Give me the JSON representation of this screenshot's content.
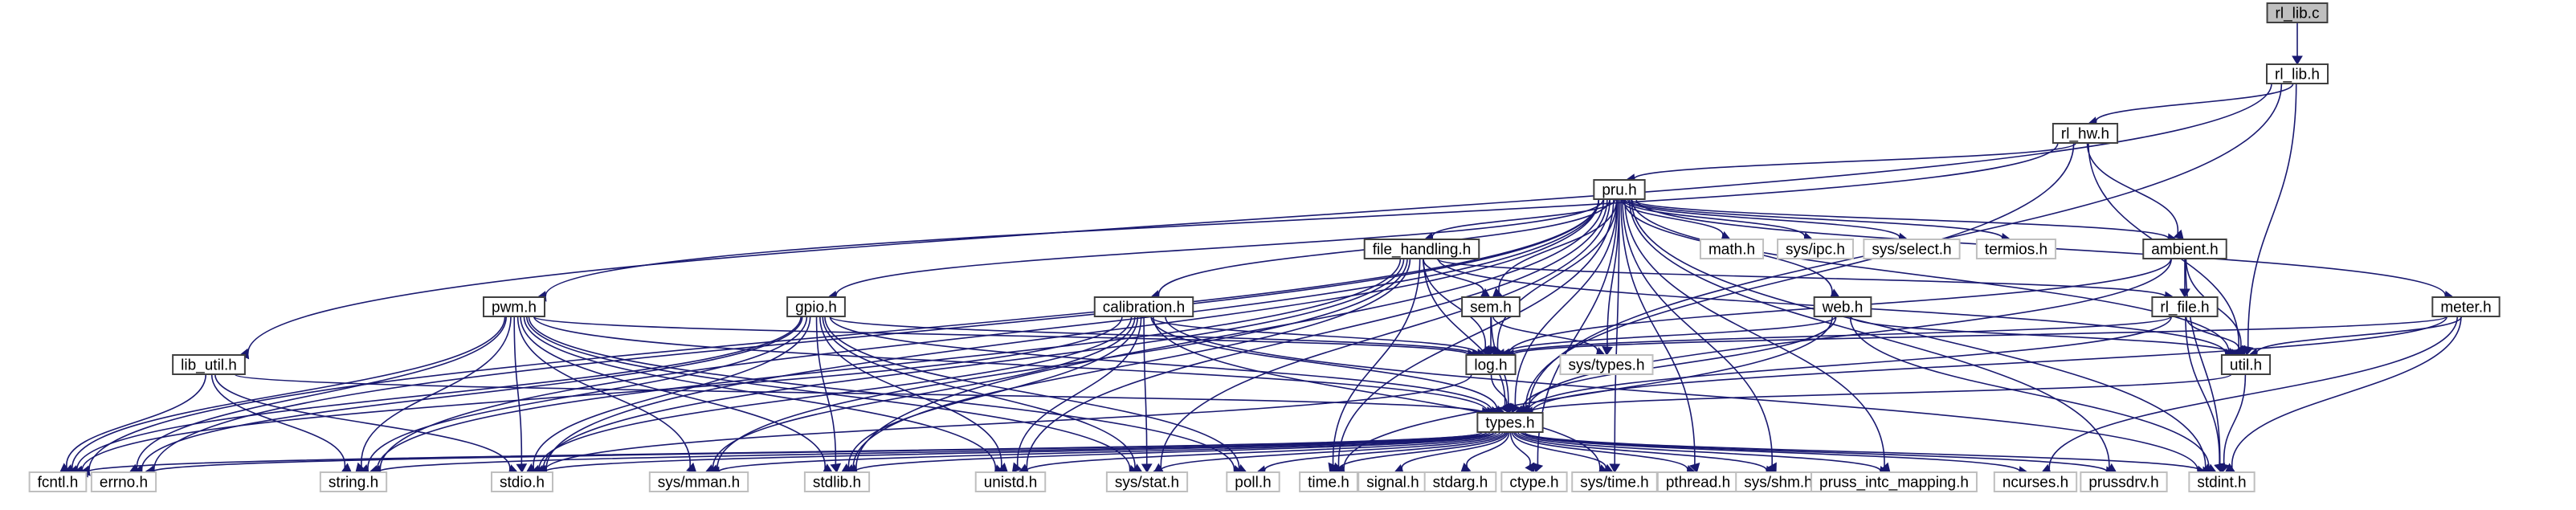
{
  "title": "rl_lib.c include dependency graph",
  "colors": {
    "edge": "#191970",
    "root_fill": "#bfbfbf",
    "node_border": "#404040",
    "external_border": "#bfbfbf"
  },
  "nodes": [
    {
      "id": "rl_lib_c",
      "label": "rl_lib.c",
      "kind": "root"
    },
    {
      "id": "rl_lib_h",
      "label": "rl_lib.h",
      "kind": "local"
    },
    {
      "id": "rl_hw_h",
      "label": "rl_hw.h",
      "kind": "local"
    },
    {
      "id": "pru_h",
      "label": "pru.h",
      "kind": "local"
    },
    {
      "id": "file_handling_h",
      "label": "file_handling.h",
      "kind": "local"
    },
    {
      "id": "math_h",
      "label": "math.h",
      "kind": "external"
    },
    {
      "id": "sys_ipc_h",
      "label": "sys/ipc.h",
      "kind": "external"
    },
    {
      "id": "sys_select_h",
      "label": "sys/select.h",
      "kind": "external"
    },
    {
      "id": "termios_h",
      "label": "termios.h",
      "kind": "external"
    },
    {
      "id": "ambient_h",
      "label": "ambient.h",
      "kind": "local"
    },
    {
      "id": "pwm_h",
      "label": "pwm.h",
      "kind": "local"
    },
    {
      "id": "gpio_h",
      "label": "gpio.h",
      "kind": "local"
    },
    {
      "id": "calibration_h",
      "label": "calibration.h",
      "kind": "local"
    },
    {
      "id": "sem_h",
      "label": "sem.h",
      "kind": "local"
    },
    {
      "id": "web_h",
      "label": "web.h",
      "kind": "local"
    },
    {
      "id": "rl_file_h",
      "label": "rl_file.h",
      "kind": "local"
    },
    {
      "id": "meter_h",
      "label": "meter.h",
      "kind": "local"
    },
    {
      "id": "lib_util_h",
      "label": "lib_util.h",
      "kind": "local"
    },
    {
      "id": "log_h",
      "label": "log.h",
      "kind": "local"
    },
    {
      "id": "sys_types_h",
      "label": "sys/types.h",
      "kind": "external"
    },
    {
      "id": "util_h",
      "label": "util.h",
      "kind": "local"
    },
    {
      "id": "types_h",
      "label": "types.h",
      "kind": "local"
    },
    {
      "id": "fcntl_h",
      "label": "fcntl.h",
      "kind": "external"
    },
    {
      "id": "errno_h",
      "label": "errno.h",
      "kind": "external"
    },
    {
      "id": "string_h",
      "label": "string.h",
      "kind": "external"
    },
    {
      "id": "stdio_h",
      "label": "stdio.h",
      "kind": "external"
    },
    {
      "id": "sys_mman_h",
      "label": "sys/mman.h",
      "kind": "external"
    },
    {
      "id": "stdlib_h",
      "label": "stdlib.h",
      "kind": "external"
    },
    {
      "id": "unistd_h",
      "label": "unistd.h",
      "kind": "external"
    },
    {
      "id": "sys_stat_h",
      "label": "sys/stat.h",
      "kind": "external"
    },
    {
      "id": "poll_h",
      "label": "poll.h",
      "kind": "external"
    },
    {
      "id": "time_h",
      "label": "time.h",
      "kind": "external"
    },
    {
      "id": "signal_h",
      "label": "signal.h",
      "kind": "external"
    },
    {
      "id": "stdarg_h",
      "label": "stdarg.h",
      "kind": "external"
    },
    {
      "id": "ctype_h",
      "label": "ctype.h",
      "kind": "external"
    },
    {
      "id": "sys_time_h",
      "label": "sys/time.h",
      "kind": "external"
    },
    {
      "id": "pthread_h",
      "label": "pthread.h",
      "kind": "external"
    },
    {
      "id": "sys_shm_h",
      "label": "sys/shm.h",
      "kind": "external"
    },
    {
      "id": "pruss_intc_mapping_h",
      "label": "pruss_intc_mapping.h",
      "kind": "external"
    },
    {
      "id": "ncurses_h",
      "label": "ncurses.h",
      "kind": "external"
    },
    {
      "id": "prussdrv_h",
      "label": "prussdrv.h",
      "kind": "external"
    },
    {
      "id": "stdint_h",
      "label": "stdint.h",
      "kind": "external"
    }
  ],
  "edges": [
    [
      "rl_lib_c",
      "rl_lib_h"
    ],
    [
      "rl_lib_h",
      "rl_hw_h"
    ],
    [
      "rl_lib_h",
      "lib_util_h"
    ],
    [
      "rl_lib_h",
      "util_h"
    ],
    [
      "rl_lib_h",
      "types_h"
    ],
    [
      "rl_hw_h",
      "pru_h"
    ],
    [
      "rl_hw_h",
      "pwm_h"
    ],
    [
      "rl_hw_h",
      "ambient_h"
    ],
    [
      "rl_hw_h",
      "util_h"
    ],
    [
      "rl_hw_h",
      "types_h"
    ],
    [
      "pru_h",
      "file_handling_h"
    ],
    [
      "pru_h",
      "math_h"
    ],
    [
      "pru_h",
      "sys_ipc_h"
    ],
    [
      "pru_h",
      "sys_select_h"
    ],
    [
      "pru_h",
      "termios_h"
    ],
    [
      "pru_h",
      "ambient_h"
    ],
    [
      "pru_h",
      "gpio_h"
    ],
    [
      "pru_h",
      "calibration_h"
    ],
    [
      "pru_h",
      "sem_h"
    ],
    [
      "pru_h",
      "web_h"
    ],
    [
      "pru_h",
      "meter_h"
    ],
    [
      "pru_h",
      "log_h"
    ],
    [
      "pru_h",
      "sys_types_h"
    ],
    [
      "pru_h",
      "util_h"
    ],
    [
      "pru_h",
      "types_h"
    ],
    [
      "pru_h",
      "fcntl_h"
    ],
    [
      "pru_h",
      "errno_h"
    ],
    [
      "pru_h",
      "string_h"
    ],
    [
      "pru_h",
      "stdio_h"
    ],
    [
      "pru_h",
      "stdlib_h"
    ],
    [
      "pru_h",
      "unistd_h"
    ],
    [
      "pru_h",
      "sys_stat_h"
    ],
    [
      "pru_h",
      "time_h"
    ],
    [
      "pru_h",
      "ctype_h"
    ],
    [
      "pru_h",
      "sys_time_h"
    ],
    [
      "pru_h",
      "pthread_h"
    ],
    [
      "pru_h",
      "sys_shm_h"
    ],
    [
      "pru_h",
      "pruss_intc_mapping_h"
    ],
    [
      "pru_h",
      "prussdrv_h"
    ],
    [
      "pru_h",
      "stdint_h"
    ],
    [
      "file_handling_h",
      "sem_h"
    ],
    [
      "file_handling_h",
      "log_h"
    ],
    [
      "file_handling_h",
      "types_h"
    ],
    [
      "file_handling_h",
      "rl_file_h"
    ],
    [
      "file_handling_h",
      "util_h"
    ],
    [
      "file_handling_h",
      "stdio_h"
    ],
    [
      "file_handling_h",
      "string_h"
    ],
    [
      "file_handling_h",
      "stdlib_h"
    ],
    [
      "file_handling_h",
      "time_h"
    ],
    [
      "file_handling_h",
      "sys_mman_h"
    ],
    [
      "ambient_h",
      "rl_file_h"
    ],
    [
      "ambient_h",
      "util_h"
    ],
    [
      "ambient_h",
      "types_h"
    ],
    [
      "ambient_h",
      "log_h"
    ],
    [
      "ambient_h",
      "stdint_h"
    ],
    [
      "pwm_h",
      "log_h"
    ],
    [
      "pwm_h",
      "types_h"
    ],
    [
      "pwm_h",
      "fcntl_h"
    ],
    [
      "pwm_h",
      "errno_h"
    ],
    [
      "pwm_h",
      "stdio_h"
    ],
    [
      "pwm_h",
      "sys_mman_h"
    ],
    [
      "pwm_h",
      "stdlib_h"
    ],
    [
      "pwm_h",
      "unistd_h"
    ],
    [
      "pwm_h",
      "sys_stat_h"
    ],
    [
      "pwm_h",
      "poll_h"
    ],
    [
      "pwm_h",
      "string_h"
    ],
    [
      "gpio_h",
      "log_h"
    ],
    [
      "gpio_h",
      "types_h"
    ],
    [
      "gpio_h",
      "fcntl_h"
    ],
    [
      "gpio_h",
      "errno_h"
    ],
    [
      "gpio_h",
      "string_h"
    ],
    [
      "gpio_h",
      "stdio_h"
    ],
    [
      "gpio_h",
      "stdlib_h"
    ],
    [
      "gpio_h",
      "unistd_h"
    ],
    [
      "gpio_h",
      "poll_h"
    ],
    [
      "gpio_h",
      "sys_stat_h"
    ],
    [
      "calibration_h",
      "log_h"
    ],
    [
      "calibration_h",
      "types_h"
    ],
    [
      "calibration_h",
      "fcntl_h"
    ],
    [
      "calibration_h",
      "stdio_h"
    ],
    [
      "calibration_h",
      "stdlib_h"
    ],
    [
      "calibration_h",
      "unistd_h"
    ],
    [
      "calibration_h",
      "sys_stat_h"
    ],
    [
      "calibration_h",
      "sys_mman_h"
    ],
    [
      "calibration_h",
      "stdint_h"
    ],
    [
      "calibration_h",
      "sys_time_h"
    ],
    [
      "sem_h",
      "log_h"
    ],
    [
      "sem_h",
      "types_h"
    ],
    [
      "sem_h",
      "sys_types_h"
    ],
    [
      "web_h",
      "log_h"
    ],
    [
      "web_h",
      "types_h"
    ],
    [
      "web_h",
      "util_h"
    ],
    [
      "web_h",
      "stdint_h"
    ],
    [
      "web_h",
      "time_h"
    ],
    [
      "rl_file_h",
      "log_h"
    ],
    [
      "rl_file_h",
      "util_h"
    ],
    [
      "rl_file_h",
      "types_h"
    ],
    [
      "rl_file_h",
      "stdint_h"
    ],
    [
      "meter_h",
      "log_h"
    ],
    [
      "meter_h",
      "util_h"
    ],
    [
      "meter_h",
      "types_h"
    ],
    [
      "meter_h",
      "ncurses_h"
    ],
    [
      "meter_h",
      "stdint_h"
    ],
    [
      "lib_util_h",
      "types_h"
    ],
    [
      "lib_util_h",
      "fcntl_h"
    ],
    [
      "lib_util_h",
      "string_h"
    ],
    [
      "lib_util_h",
      "stdio_h"
    ],
    [
      "log_h",
      "types_h"
    ],
    [
      "log_h",
      "stdio_h"
    ],
    [
      "util_h",
      "types_h"
    ],
    [
      "util_h",
      "stdint_h"
    ],
    [
      "types_h",
      "fcntl_h"
    ],
    [
      "types_h",
      "errno_h"
    ],
    [
      "types_h",
      "string_h"
    ],
    [
      "types_h",
      "stdio_h"
    ],
    [
      "types_h",
      "sys_mman_h"
    ],
    [
      "types_h",
      "stdlib_h"
    ],
    [
      "types_h",
      "unistd_h"
    ],
    [
      "types_h",
      "sys_stat_h"
    ],
    [
      "types_h",
      "poll_h"
    ],
    [
      "types_h",
      "time_h"
    ],
    [
      "types_h",
      "signal_h"
    ],
    [
      "types_h",
      "stdarg_h"
    ],
    [
      "types_h",
      "ctype_h"
    ],
    [
      "types_h",
      "sys_time_h"
    ],
    [
      "types_h",
      "pthread_h"
    ],
    [
      "types_h",
      "sys_shm_h"
    ],
    [
      "types_h",
      "pruss_intc_mapping_h"
    ],
    [
      "types_h",
      "ncurses_h"
    ],
    [
      "types_h",
      "prussdrv_h"
    ],
    [
      "types_h",
      "stdint_h"
    ]
  ]
}
